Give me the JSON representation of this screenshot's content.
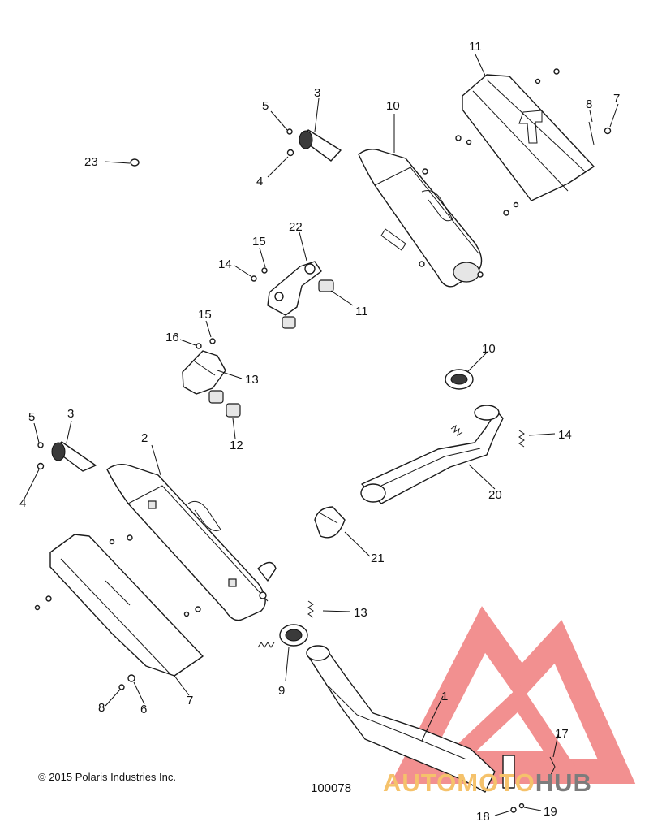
{
  "diagram": {
    "callouts": [
      {
        "id": "c1",
        "label": "1"
      },
      {
        "id": "c2",
        "label": "2"
      },
      {
        "id": "c3a",
        "label": "3"
      },
      {
        "id": "c3b",
        "label": "3"
      },
      {
        "id": "c4a",
        "label": "4"
      },
      {
        "id": "c4b",
        "label": "4"
      },
      {
        "id": "c5a",
        "label": "5"
      },
      {
        "id": "c5b",
        "label": "5"
      },
      {
        "id": "c6",
        "label": "6"
      },
      {
        "id": "c7a",
        "label": "7"
      },
      {
        "id": "c7b",
        "label": "7"
      },
      {
        "id": "c8a",
        "label": "8"
      },
      {
        "id": "c8b",
        "label": "8"
      },
      {
        "id": "c9",
        "label": "9"
      },
      {
        "id": "c10a",
        "label": "10"
      },
      {
        "id": "c10b",
        "label": "10"
      },
      {
        "id": "c11a",
        "label": "11"
      },
      {
        "id": "c11b",
        "label": "11"
      },
      {
        "id": "c12",
        "label": "12"
      },
      {
        "id": "c13a",
        "label": "13"
      },
      {
        "id": "c13b",
        "label": "13"
      },
      {
        "id": "c14a",
        "label": "14"
      },
      {
        "id": "c14b",
        "label": "14"
      },
      {
        "id": "c15a",
        "label": "15"
      },
      {
        "id": "c15b",
        "label": "15"
      },
      {
        "id": "c16",
        "label": "16"
      },
      {
        "id": "c17",
        "label": "17"
      },
      {
        "id": "c18",
        "label": "18"
      },
      {
        "id": "c19",
        "label": "19"
      },
      {
        "id": "c20",
        "label": "20"
      },
      {
        "id": "c21",
        "label": "21"
      },
      {
        "id": "c22",
        "label": "22"
      },
      {
        "id": "c23",
        "label": "23"
      }
    ],
    "copyright": "© 2015 Polaris Industries Inc.",
    "diagram_code": "100078",
    "watermark": {
      "part1": "AUTOMOTO",
      "part2": "HUB",
      "accent_color": "#f5c26b",
      "mark_color": "#ee6b6b",
      "text_color": "#7c7c7c"
    }
  }
}
